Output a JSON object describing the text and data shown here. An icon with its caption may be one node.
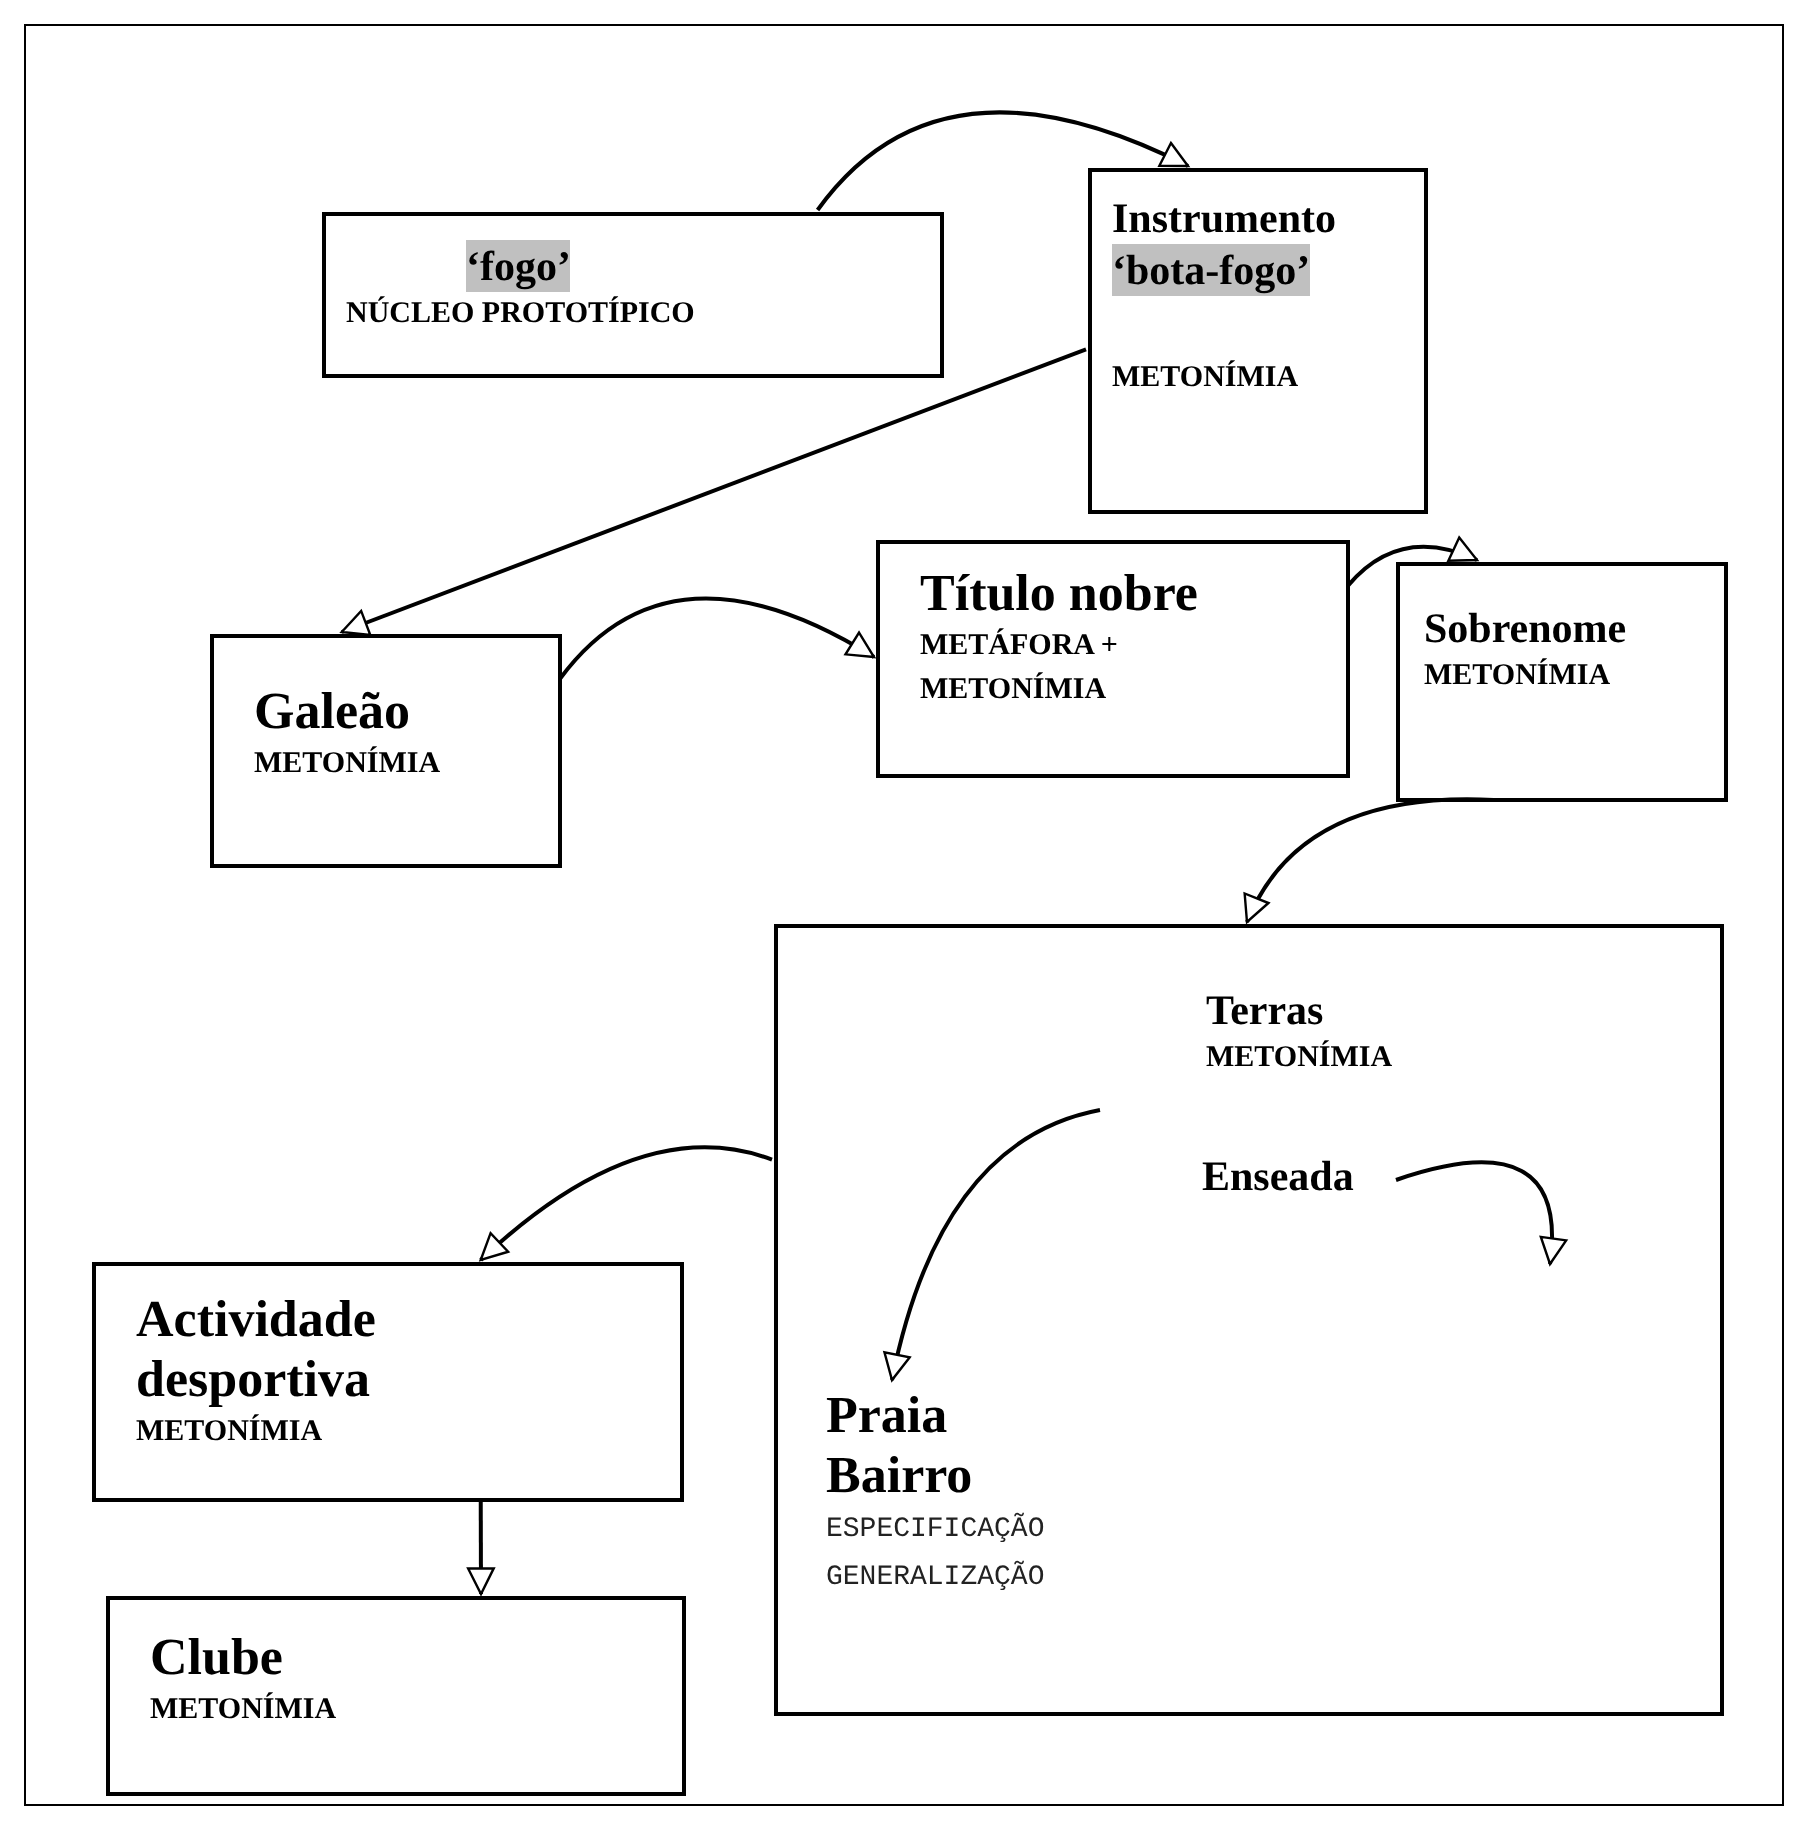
{
  "diagram": {
    "nodes": [
      {
        "text": [
          "‘fogo’",
          "NÚCLEO PROTOTÍPICO"
        ]
      },
      {
        "text": [
          "Instrumento",
          "‘bota-fogo’",
          "METONÍMIA"
        ]
      },
      {
        "text": [
          "Galeão",
          "METONÍMIA"
        ]
      },
      {
        "text": [
          "Título nobre",
          "METÁFORA + METONÍMIA"
        ]
      },
      {
        "text": [
          "Sobrenome",
          "METONÍMIA"
        ]
      },
      {
        "text": [
          "Terras",
          "METONÍMIA"
        ]
      },
      {
        "text": [
          "Enseada"
        ],
        "in": 5
      },
      {
        "text": [
          "Praia",
          "Bairro",
          "ESPECIFICAÇÃO",
          "GENERALIZAÇÃO"
        ],
        "in": 5
      },
      {
        "text": [
          "Actividade desportiva",
          "METONÍMIA"
        ]
      },
      {
        "text": [
          "Clube",
          "METONÍMIA"
        ]
      }
    ],
    "edges": [
      {
        "from": 0,
        "to": 1,
        "arrow": "to"
      },
      {
        "from": 1,
        "to": 2,
        "arrow": "to"
      },
      {
        "from": 2,
        "to": 3,
        "arrow": "to"
      },
      {
        "from": 3,
        "to": 4,
        "arrow": "to"
      },
      {
        "from": 4,
        "to": 5,
        "arrow": "to"
      },
      {
        "from": 5,
        "to": 8,
        "arrow": "to"
      },
      {
        "from": null,
        "to": 7,
        "arrow": "to"
      },
      {
        "from": 6,
        "to": null,
        "arrow": "to"
      },
      {
        "from": 8,
        "to": 9,
        "arrow": "to"
      }
    ]
  }
}
